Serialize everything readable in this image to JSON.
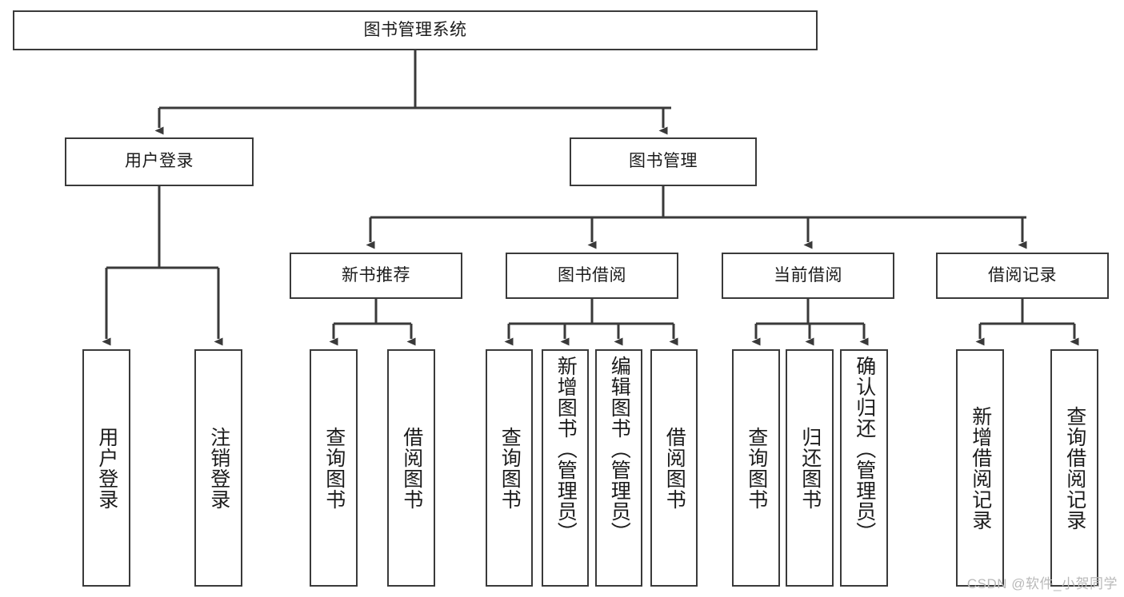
{
  "diagram": {
    "title": "图书管理系统",
    "type": "functional-structure-tree",
    "orientation": "top-down",
    "line_color": "#3a3a3a",
    "box_fill": "#ffffff",
    "text_color": "#1b1b1b",
    "watermark": "CSDN @软件_小贺同学",
    "watermark_color": "#b9b9b9"
  },
  "nodes": {
    "root": {
      "label": "图书管理系统",
      "level": 1
    },
    "level2": [
      {
        "id": "user-login",
        "label": "用户登录"
      },
      {
        "id": "book-manage",
        "label": "图书管理"
      }
    ],
    "level3": [
      {
        "id": "new-book-recommend",
        "label": "新书推荐"
      },
      {
        "id": "book-borrow",
        "label": "图书借阅"
      },
      {
        "id": "current-borrow",
        "label": "当前借阅"
      },
      {
        "id": "borrow-record",
        "label": "借阅记录"
      }
    ],
    "leaves": {
      "user-login": [
        {
          "id": "leaf-user-login",
          "label": "用户登录"
        },
        {
          "id": "leaf-user-logout",
          "label": "注销登录"
        }
      ],
      "new-book-recommend": [
        {
          "id": "leaf-query-book-1",
          "label": "查询图书"
        },
        {
          "id": "leaf-borrow-book-1",
          "label": "借阅图书"
        }
      ],
      "book-borrow": [
        {
          "id": "leaf-query-book-2",
          "label": "查询图书"
        },
        {
          "id": "leaf-add-book",
          "label": "新增图书（管理员）"
        },
        {
          "id": "leaf-edit-book",
          "label": "编辑图书（管理员）"
        },
        {
          "id": "leaf-borrow-book-2",
          "label": "借阅图书"
        }
      ],
      "current-borrow": [
        {
          "id": "leaf-query-book-3",
          "label": "查询图书"
        },
        {
          "id": "leaf-return-book",
          "label": "归还图书"
        },
        {
          "id": "leaf-confirm-return",
          "label": "确认归还（管理员）"
        }
      ],
      "borrow-record": [
        {
          "id": "leaf-add-record",
          "label": "新增借阅记录"
        },
        {
          "id": "leaf-query-record",
          "label": "查询借阅记录"
        }
      ]
    }
  }
}
